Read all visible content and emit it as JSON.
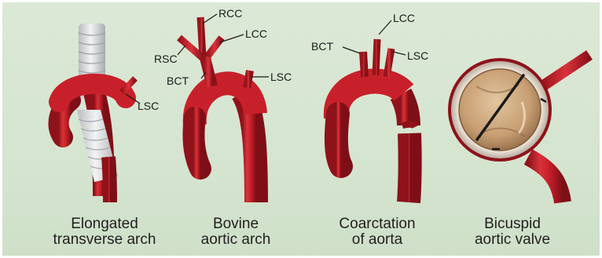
{
  "panels": [
    {
      "caption": [
        "Elongated",
        "transverse arch"
      ],
      "labels": [
        "LSC"
      ]
    },
    {
      "caption": [
        "Bovine",
        "aortic arch"
      ],
      "labels": [
        "RCC",
        "RSC",
        "LCC",
        "BCT",
        "LSC"
      ]
    },
    {
      "caption": [
        "Coarctation",
        "of aorta"
      ],
      "labels": [
        "LCC",
        "BCT",
        "LSC"
      ]
    },
    {
      "caption": [
        "Bicuspid",
        "aortic valve"
      ],
      "labels": []
    }
  ],
  "colors": {
    "background": "#d7e6d2",
    "aorta": "#c8202a",
    "aorta_dark": "#8e1219",
    "trachea": "#e4e6e8",
    "valve_leaflet": "#c9a47a"
  }
}
